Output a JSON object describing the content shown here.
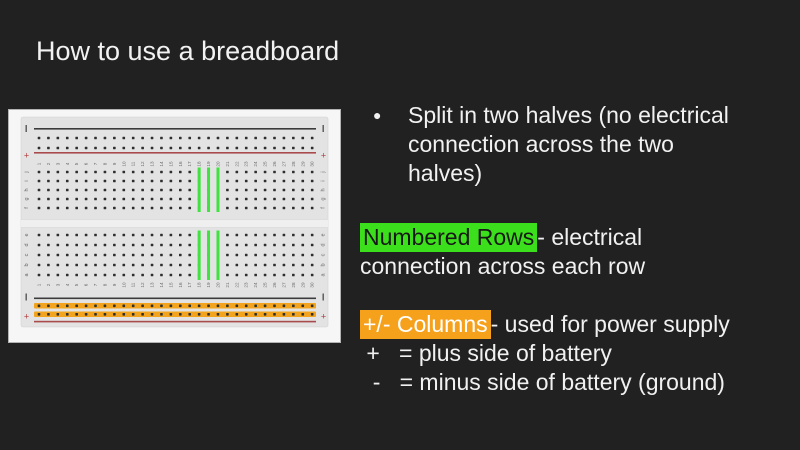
{
  "slide": {
    "bg_color": "#212121",
    "text_color": "#f1f1f1",
    "title": "How to use a breadboard"
  },
  "bullet_section": {
    "marker": "●",
    "text": "Split in two halves (no electrical\nconnection across the two\nhalves)"
  },
  "rows_section": {
    "highlight_text": "Numbered Rows",
    "highlight_color": "#3cdf1b",
    "rest_text": "- electrical\nconnection across each row"
  },
  "columns_section": {
    "highlight_text": "+/- Columns",
    "highlight_color": "#f6a11c",
    "rest_text": "- used for power supply",
    "plus_line": " +   = plus side of battery",
    "minus_line": "  -   = minus side of battery (ground)"
  },
  "breadboard": {
    "column_count": 30,
    "column_numbers": [
      "1",
      "2",
      "3",
      "4",
      "5",
      "6",
      "7",
      "8",
      "9",
      "10",
      "11",
      "12",
      "13",
      "14",
      "15",
      "16",
      "17",
      "18",
      "19",
      "20",
      "21",
      "22",
      "23",
      "24",
      "25",
      "26",
      "27",
      "28",
      "29",
      "30"
    ],
    "top_half_letters": [
      "j",
      "i",
      "h",
      "g",
      "f"
    ],
    "bottom_half_letters": [
      "e",
      "d",
      "c",
      "b",
      "a"
    ],
    "highlighted_columns": [
      18,
      19,
      20
    ],
    "plus_label": "+",
    "minus_label": "−",
    "colors": {
      "frame": "#f6f6f6",
      "frame_border": "#b3b3b3",
      "board": "#e3e3e3",
      "board_border": "#d2d2d2",
      "groove": "#efefef",
      "groove_edge": "#d8d8d8",
      "hole": "#2e2e2e",
      "label": "#666666",
      "rail_negative_line": "#3c3c3c",
      "rail_positive_line": "#a94b4b",
      "plus_text": "#b23b3b",
      "minus_mark": "#555555",
      "column_highlight": "#3fe23f",
      "rail_highlight": "#f2a41f"
    }
  }
}
